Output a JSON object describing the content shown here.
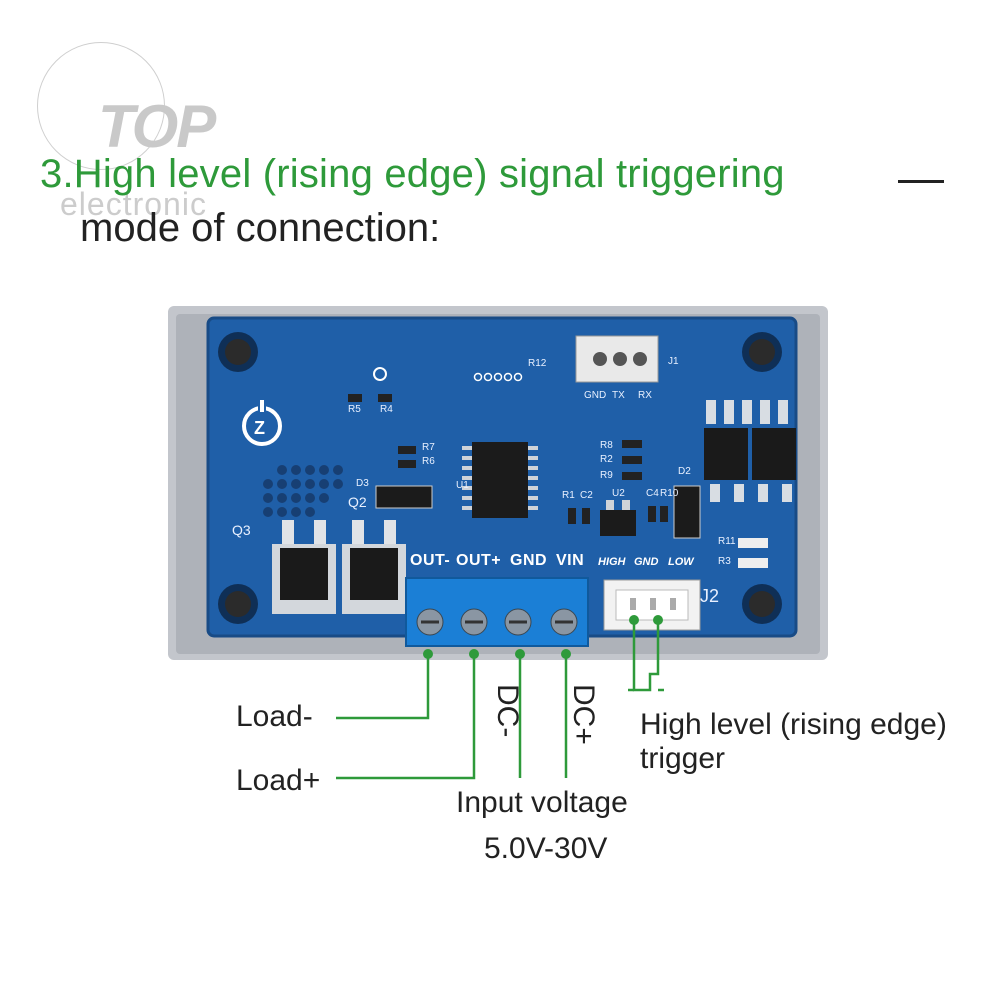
{
  "watermark": {
    "logo": "TOP",
    "sub": "electronic"
  },
  "title": {
    "line1": "3.High level (rising edge) signal triggering",
    "line2": "mode of connection:"
  },
  "terminal_header": [
    "OUT-",
    "OUT+",
    "GND",
    "VIN"
  ],
  "j2_header": [
    "HIGH",
    "GND",
    "LOW"
  ],
  "serial_header": [
    "GND",
    "TX",
    "RX"
  ],
  "components": {
    "j1": "J1",
    "j2": "J2",
    "q2": "Q2",
    "q3": "Q3",
    "d2": "D2",
    "d3": "D3",
    "u1": "U1",
    "u2": "U2",
    "r1": "R1",
    "r2": "R2",
    "r3": "R3",
    "r4": "R4",
    "r5": "R5",
    "r6": "R6",
    "r7": "R7",
    "r8": "R8",
    "r9": "R9",
    "r10": "R10",
    "r11": "R11",
    "r12": "R12",
    "c2": "C2",
    "c4": "C4"
  },
  "labels": {
    "load_minus": "Load-",
    "load_plus": "Load+",
    "dc_minus": "DC-",
    "dc_plus": "DC+",
    "input_voltage": "Input voltage",
    "voltage_range": "5.0V-30V",
    "trigger_line1": "High level (rising edge)",
    "trigger_line2": "trigger"
  },
  "colors": {
    "green": "#2e9a3a",
    "pcb_blue": "#1f5fa8",
    "terminal_blue": "#1b7fd6",
    "case_gray": "#c3c6cc"
  }
}
